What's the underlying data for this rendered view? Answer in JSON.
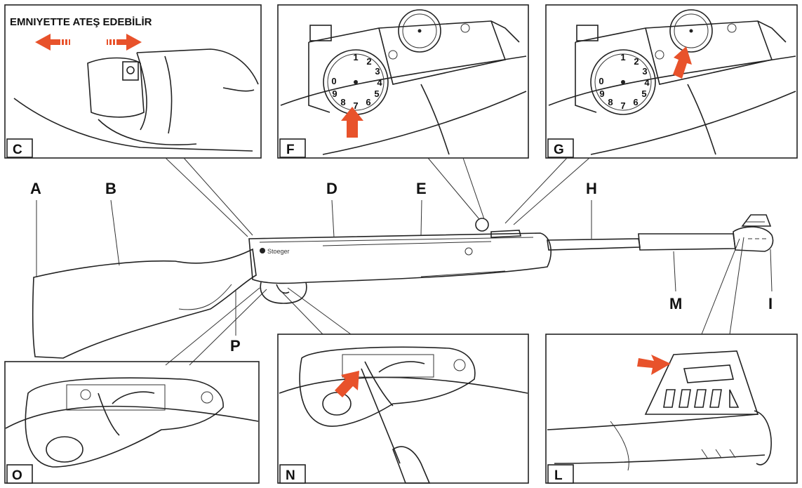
{
  "warning_text": "EMNIYETTE ATEŞ EDEBİLİR",
  "brand_text": "Stoeger",
  "panel_tags": {
    "c": "C",
    "f": "F",
    "g": "G",
    "o": "O",
    "n": "N",
    "l": "L"
  },
  "part_labels": {
    "a": "A",
    "b": "B",
    "d": "D",
    "e": "E",
    "h": "H",
    "i": "I",
    "m": "M",
    "p": "P"
  },
  "dial_f": [
    "1",
    "2",
    "3",
    "4",
    "5",
    "6",
    "7",
    "8",
    "9",
    "0"
  ],
  "dial_g": [
    "1",
    "2",
    "3",
    "4",
    "5",
    "6",
    "7",
    "8",
    "9",
    "0"
  ],
  "colors": {
    "arrow": "#e8522b",
    "line": "#222222",
    "background": "#ffffff"
  }
}
